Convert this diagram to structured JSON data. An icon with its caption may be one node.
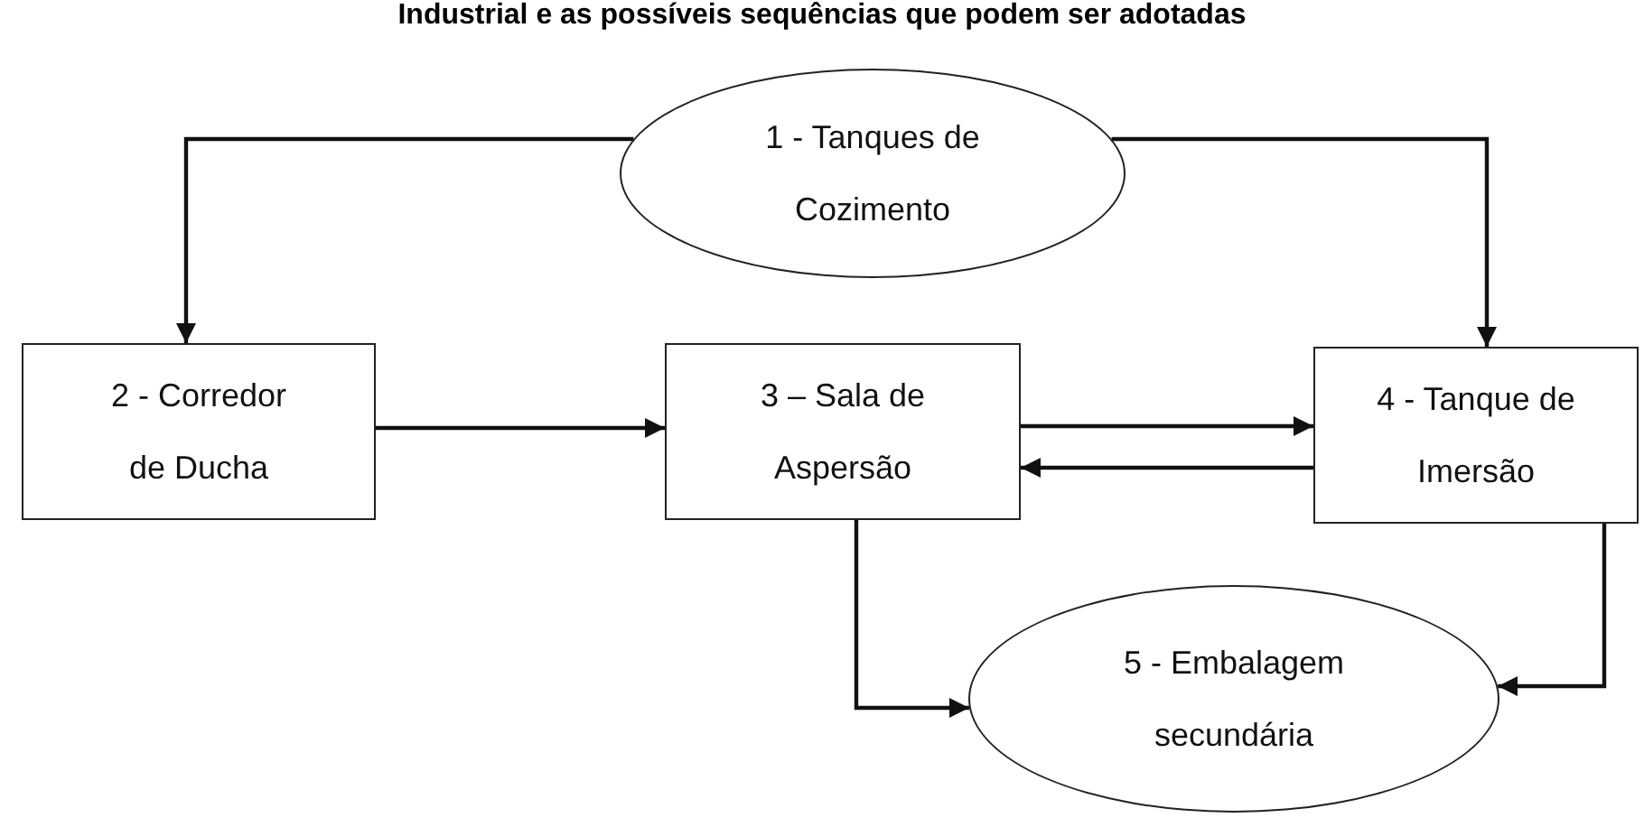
{
  "diagram": {
    "title": "Industrial e as possíveis sequências que podem ser adotadas",
    "nodes": [
      {
        "text": [
          "1 - Tanques de Cozimento"
        ]
      },
      {
        "text": [
          "2 - Corredor de Ducha"
        ]
      },
      {
        "text": [
          "3 – Sala de Aspersão"
        ]
      },
      {
        "text": [
          "4 - Tanque de Imersão"
        ]
      },
      {
        "text": [
          "5 - Embalagem secundária"
        ]
      }
    ],
    "edges": [
      {
        "from": 0,
        "to": 1,
        "arrow": "to"
      },
      {
        "from": 0,
        "to": 3,
        "arrow": "to"
      },
      {
        "from": 1,
        "to": 2,
        "arrow": "to"
      },
      {
        "from": 2,
        "to": 3,
        "arrow": "to"
      },
      {
        "from": 3,
        "to": 2,
        "arrow": "to"
      },
      {
        "from": 2,
        "to": 4,
        "arrow": "to"
      },
      {
        "from": 3,
        "to": 4,
        "arrow": "to"
      }
    ]
  }
}
